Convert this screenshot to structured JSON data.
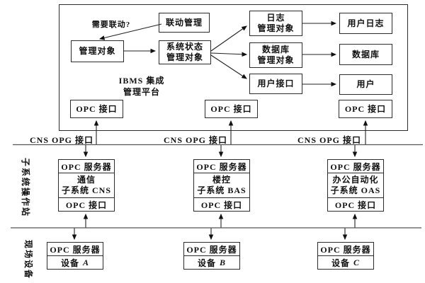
{
  "platform": {
    "need_linkage": "需要联动?",
    "linkage_mgmt": "联动管理",
    "managed_obj": "管理对象",
    "sys_state": [
      "系统状态",
      "管理对象"
    ],
    "log_obj": [
      "日志",
      "管理对象"
    ],
    "db_obj": [
      "数据库",
      "管理对象"
    ],
    "user_if": "用户接口",
    "user_log": "用户日志",
    "database": "数据库",
    "user": "用户",
    "title": [
      "IBMS 集成",
      "管理平台"
    ]
  },
  "opc_interface": "OPC 接口",
  "opc_server": "OPC 服务器",
  "bus_label": "CNS OPG 接口",
  "layers": {
    "subsystem": "子系统操作站",
    "field": "现场设备"
  },
  "subsystems": [
    {
      "line1": "通信",
      "line2": "子系统 CNS"
    },
    {
      "line1": "楼控",
      "line2": "子系统 BAS"
    },
    {
      "line1": "办公自动化",
      "line2": "子系统 OAS"
    }
  ],
  "devices": [
    {
      "prefix": "设备",
      "id": "A"
    },
    {
      "prefix": "设备",
      "id": "B"
    },
    {
      "prefix": "设备",
      "id": "C"
    }
  ],
  "colors": {
    "line": "#222222",
    "bus": "#555555",
    "text": "#111111"
  }
}
